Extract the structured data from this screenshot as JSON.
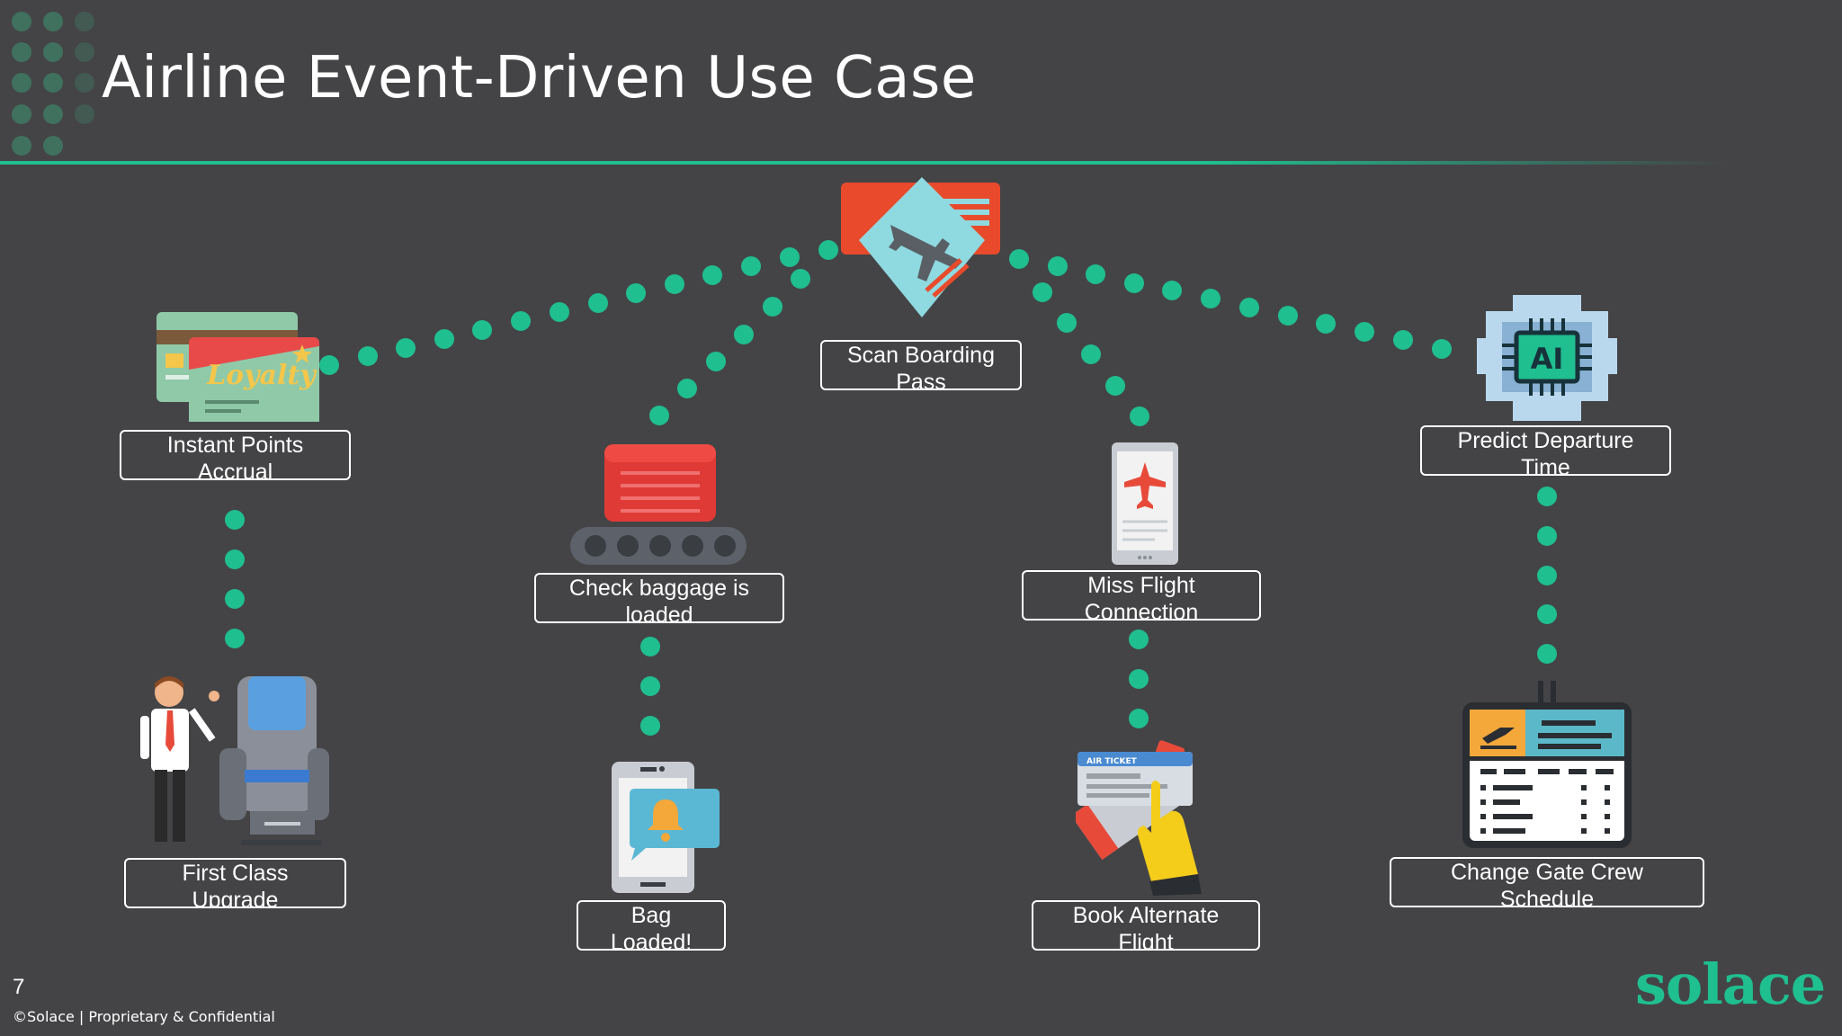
{
  "slide": {
    "title": "Airline Event-Driven Use Case",
    "page_number": "7",
    "footer": "©Solace  |  Proprietary & Confidential",
    "logo_text": "solace"
  },
  "colors": {
    "background": "#444446",
    "accent": "#1fbf8f",
    "text": "#ffffff"
  },
  "nodes": {
    "scan_boarding_pass": {
      "line1": "Scan Boarding",
      "line2": "Pass",
      "icon": "boarding-pass-icon"
    },
    "instant_points": {
      "line1": "Instant Points",
      "line2": "Accrual",
      "icon": "loyalty-card-icon"
    },
    "check_baggage": {
      "line1": "Check baggage is",
      "line2": "loaded",
      "icon": "baggage-conveyor-icon"
    },
    "miss_flight": {
      "line1": "Miss Flight",
      "line2": "Connection",
      "icon": "phone-flight-icon"
    },
    "predict_departure": {
      "line1": "Predict Departure",
      "line2": "Time",
      "icon": "ai-chip-icon"
    },
    "first_class": {
      "line1": "First Class",
      "line2": "Upgrade",
      "icon": "seat-upgrade-icon"
    },
    "bag_loaded": {
      "line1": "Bag",
      "line2": "Loaded!",
      "icon": "phone-notification-icon"
    },
    "book_alternate": {
      "line1": "Book Alternate",
      "line2": "Flight",
      "icon": "air-ticket-icon"
    },
    "change_gate": {
      "line1": "Change Gate Crew",
      "line2": "Schedule",
      "icon": "departure-board-icon"
    }
  },
  "icon_text": {
    "loyalty": "Loyalty",
    "ai": "AI",
    "air_ticket": "AIR TICKET"
  }
}
